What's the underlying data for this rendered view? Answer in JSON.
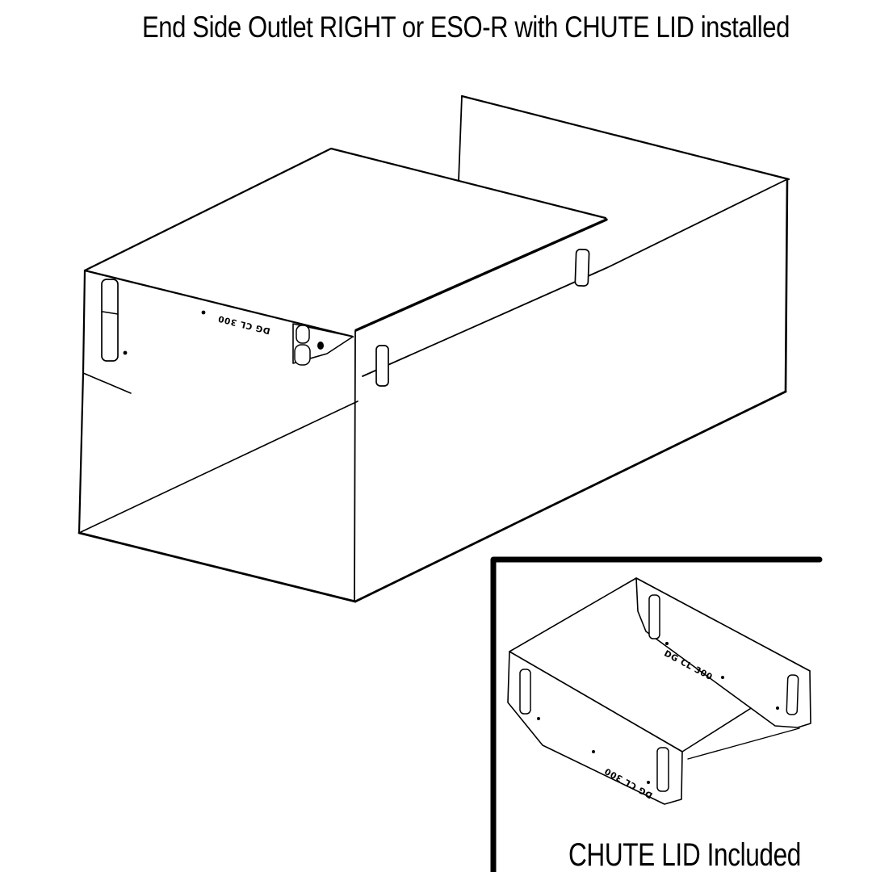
{
  "page": {
    "background": "#ffffff",
    "ink": "#000000"
  },
  "header": {
    "title": "End Side Outlet RIGHT or ESO-R with CHUTE LID installed"
  },
  "main_drawing": {
    "part_marking": "DG CL 300"
  },
  "inset": {
    "caption": "CHUTE LID Included",
    "part_marking_top_flange": "DG CL 300",
    "part_marking_bottom_flange": "DG CL 300"
  }
}
